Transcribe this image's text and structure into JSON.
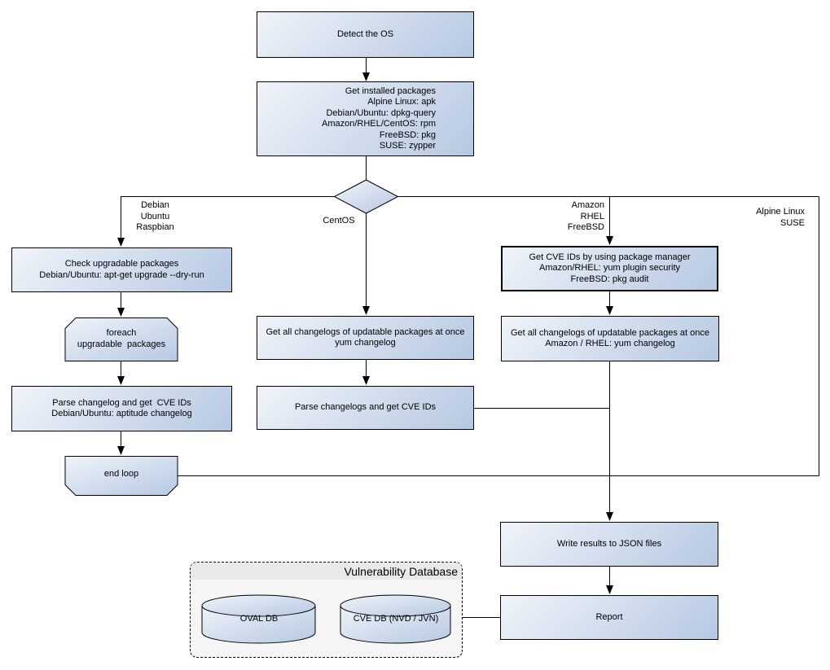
{
  "colors": {
    "node_fill_light": "#f0f4fa",
    "node_fill_dark": "#b6c8e2",
    "node_border": "#000000",
    "container_fill": "#f6f6f6",
    "container_header_fill": "#e9e9e9",
    "line": "#000000"
  },
  "nodes": {
    "detect_os": {
      "label": "Detect the OS"
    },
    "get_installed_packages": {
      "label": "Get installed packages\nAlpine Linux: apk\nDebian/Ubuntu: dpkg-query\nAmazon/RHEL/CentOS: rpm\nFreeBSD: pkg\nSUSE: zypper"
    },
    "check_upgradable": {
      "label": "Check upgradable packages\nDebian/Ubuntu: apt-get upgrade --dry-run"
    },
    "foreach_loop": {
      "label": "foreach\nupgradable  packages"
    },
    "parse_changelog_debian": {
      "label": "Parse changelog and get  CVE IDs\nDebian/Ubuntu: aptitude changelog"
    },
    "end_loop": {
      "label": "end loop"
    },
    "get_changelogs_yum": {
      "label": "Get all changelogs of updatable packages at once\nyum changelog"
    },
    "parse_changelogs": {
      "label": "Parse changelogs and get CVE IDs"
    },
    "get_cve_ids_pkg_mgr": {
      "label": "Get CVE IDs by using package manager\nAmazon/RHEL: yum plugin security\nFreeBSD: pkg audit"
    },
    "get_changelogs_amazon": {
      "label": "Get all changelogs of updatable packages at once\nAmazon / RHEL: yum changelog"
    },
    "write_results": {
      "label": "Write results to JSON files"
    },
    "report": {
      "label": "Report"
    }
  },
  "branch_labels": {
    "debian": "Debian\nUbuntu\nRaspbian",
    "centos": "CentOS",
    "amazon": "Amazon\nRHEL\nFreeBSD",
    "alpine": "Alpine Linux\nSUSE"
  },
  "database": {
    "title": "Vulnerability Database",
    "oval_db": "OVAL DB",
    "cve_db": "CVE DB (NVD / JVN)"
  }
}
